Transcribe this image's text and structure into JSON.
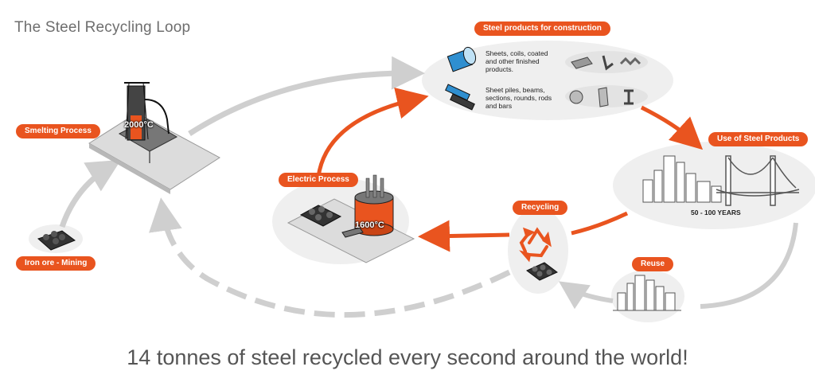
{
  "title": "The Steel Recycling Loop",
  "labels": {
    "steel_products": "Steel products for construction",
    "smelting": "Smelting Process",
    "iron_ore": "Iron ore - Mining",
    "electric": "Electric Process",
    "use_products": "Use of Steel Products",
    "recycling": "Recycling",
    "reuse": "Reuse"
  },
  "products": {
    "sheets": [
      "Sheets, coils, coated",
      "and other finished",
      "products."
    ],
    "piles": [
      "Sheet piles, beams,",
      "sections, rounds, rods",
      "and bars"
    ]
  },
  "temps": {
    "smelting": "2000°C",
    "electric": "1600°C"
  },
  "years": "50 - 100 YEARS",
  "bottom_text": "14 tonnes of steel recycled every second around the world!",
  "colors": {
    "accent": "#e9541f",
    "arrow_gray": "#cfcfcf",
    "platform": "#e6e6e6"
  }
}
